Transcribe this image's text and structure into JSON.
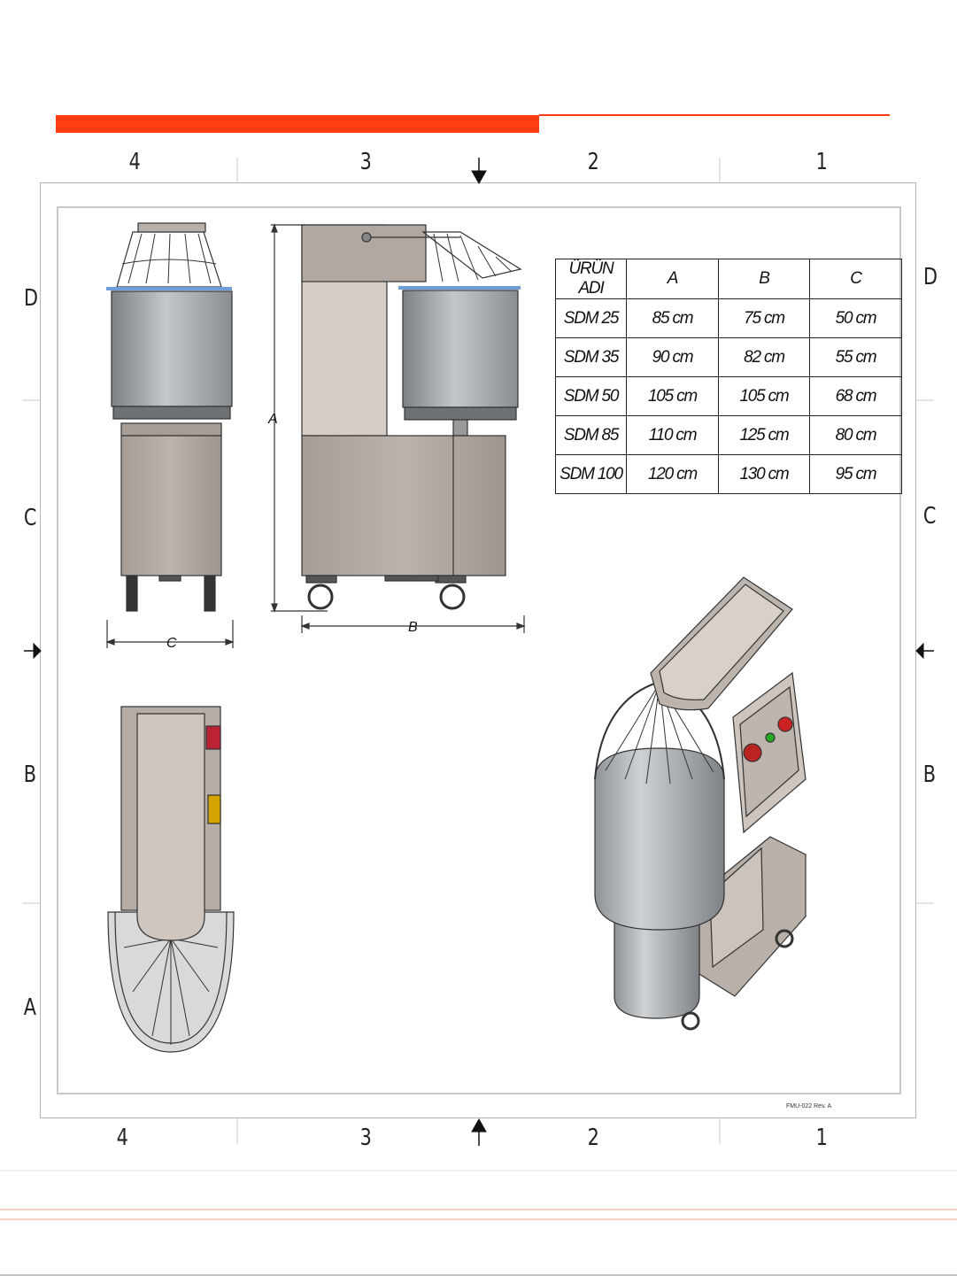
{
  "zones": {
    "columns": [
      "4",
      "3",
      "2",
      "1"
    ],
    "rows": [
      "D",
      "C",
      "B",
      "A"
    ]
  },
  "dimension_labels": {
    "a": "A",
    "b": "B",
    "c": "C"
  },
  "spec_table": {
    "headers": [
      "ÜRÜN ADI",
      "A",
      "B",
      "C"
    ],
    "rows": [
      [
        "SDM 25",
        "85 cm",
        "75 cm",
        "50 cm"
      ],
      [
        "SDM 35",
        "90 cm",
        "82 cm",
        "55 cm"
      ],
      [
        "SDM 50",
        "105 cm",
        "105 cm",
        "68 cm"
      ],
      [
        "SDM 85",
        "110 cm",
        "125 cm",
        "80 cm"
      ],
      [
        "SDM 100",
        "120 cm",
        "130 cm",
        "95 cm"
      ]
    ]
  },
  "drawing_ref": "FMU-022 Rev. A",
  "colors": {
    "accent": "#ff3d12",
    "metal": "#b2aaa3",
    "bowl": "#9fa3a6",
    "rim": "#6f9ed6"
  }
}
